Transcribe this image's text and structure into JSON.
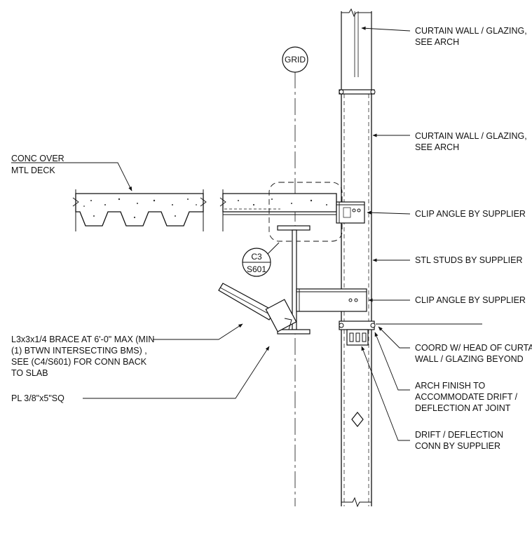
{
  "grid_bubble": {
    "label": "GRID"
  },
  "section_tag": {
    "top": "C3",
    "bottom": "S601"
  },
  "notes": {
    "curtain_wall_top": [
      "CURTAIN WALL / GLAZING,",
      "SEE ARCH"
    ],
    "curtain_wall_mid": [
      "CURTAIN WALL / GLAZING,",
      "SEE ARCH"
    ],
    "clip_angle_upper": [
      "CLIP ANGLE BY SUPPLIER"
    ],
    "stl_studs": [
      "STL STUDS BY SUPPLIER"
    ],
    "clip_angle_lower": [
      "CLIP ANGLE BY SUPPLIER"
    ],
    "coord_head": [
      "COORD W/ HEAD OF CURTAIN",
      "WALL / GLAZING BEYOND"
    ],
    "arch_finish": [
      "ARCH FINISH TO",
      "ACCOMMODATE DRIFT /",
      "DEFLECTION AT JOINT"
    ],
    "drift_conn": [
      "DRIFT / DEFLECTION",
      "CONN BY SUPPLIER"
    ],
    "conc_deck": [
      "CONC OVER",
      "MTL DECK"
    ],
    "brace": [
      "L3x3x1/4 BRACE AT 6'-0\" MAX (MIN",
      "(1) BTWN INTERSECTING BMS) ,",
      "SEE (C4/S601) FOR CONN BACK",
      "TO SLAB"
    ],
    "plate": [
      "PL 3/8\"x5\"SQ"
    ]
  }
}
